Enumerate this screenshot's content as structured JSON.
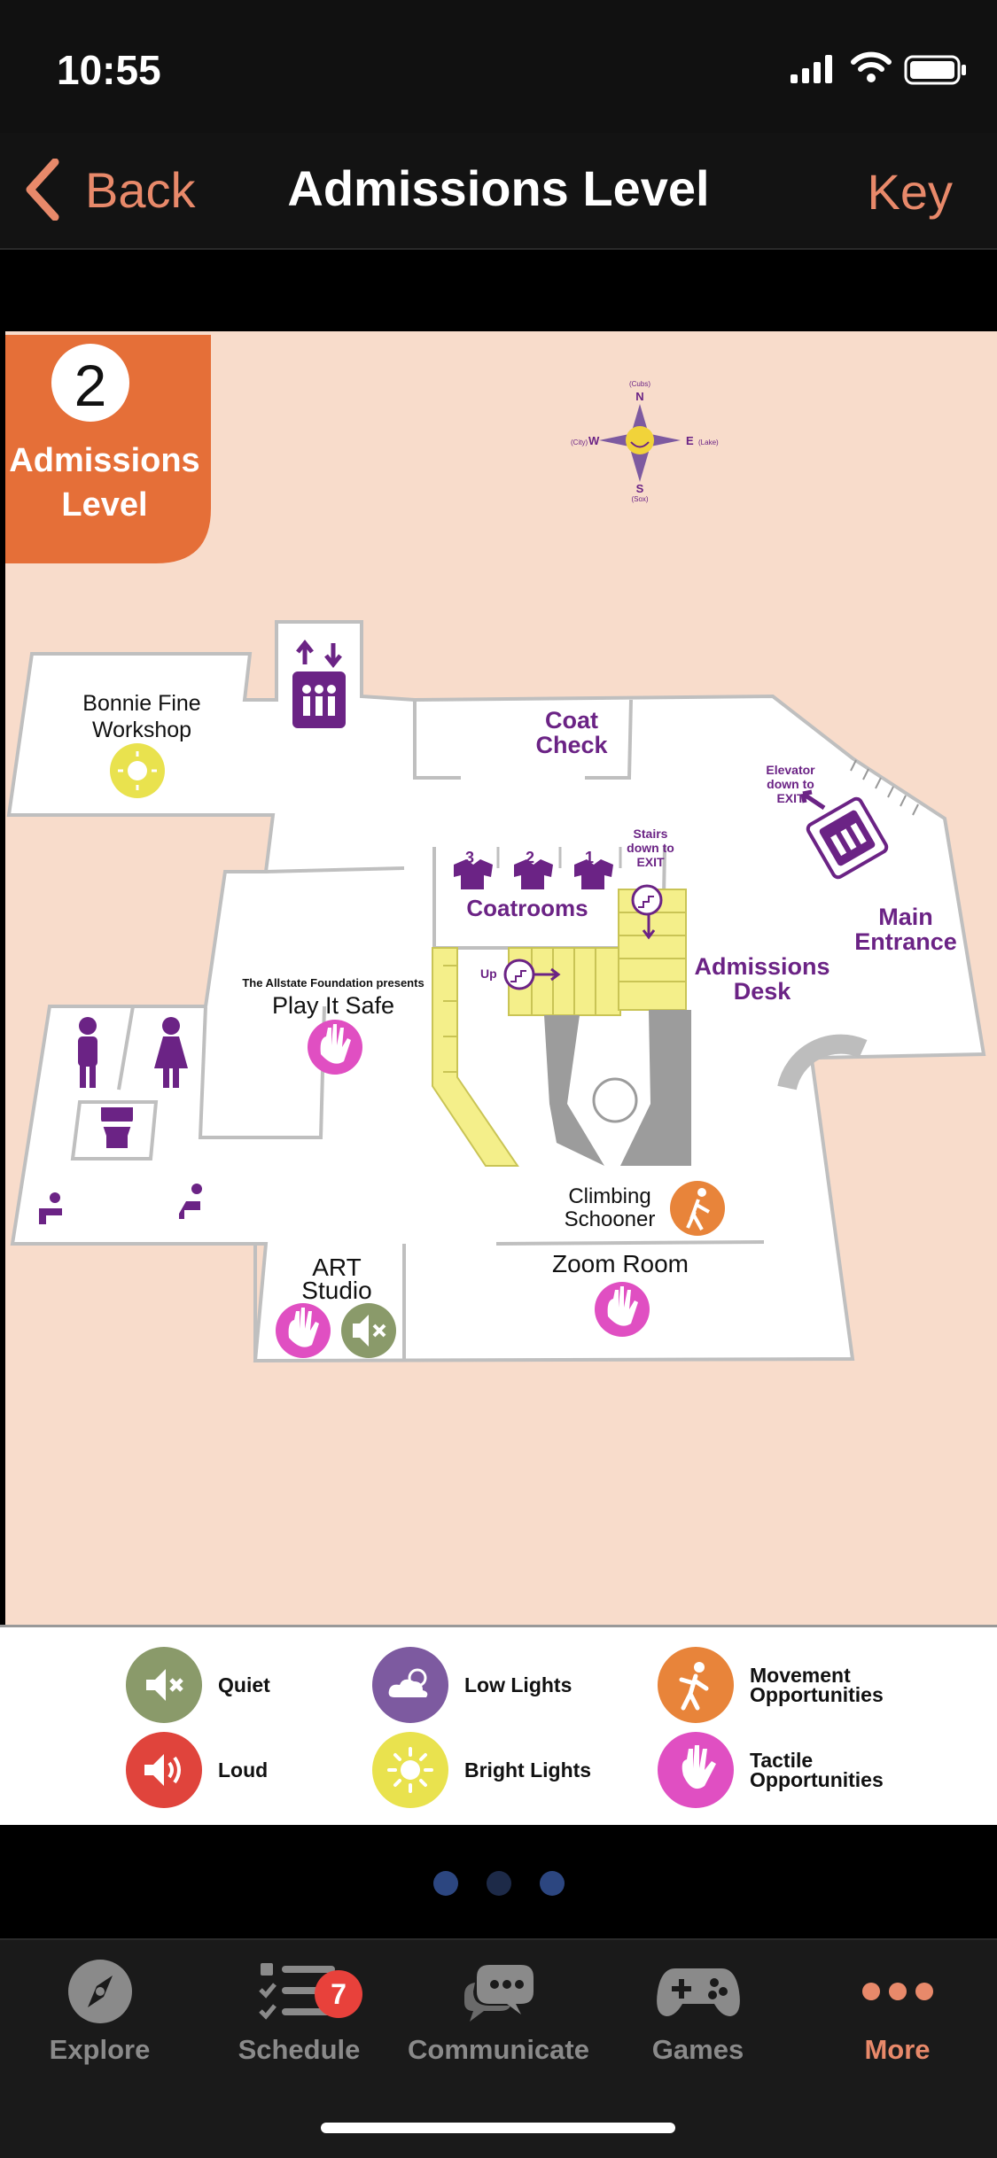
{
  "status": {
    "time": "10:55"
  },
  "nav": {
    "back_label": "Back",
    "title": "Admissions Level",
    "key_label": "Key"
  },
  "map": {
    "level_number": "2",
    "level_name_line1": "Admissions",
    "level_name_line2": "Level",
    "compass": {
      "n": "N",
      "s": "S",
      "e": "E",
      "w": "W",
      "n_sub": "(Cubs)",
      "s_sub": "(Sox)",
      "e_sub": "(Lake)",
      "w_sub": "(City)"
    },
    "rooms": {
      "bonnie_fine_1": "Bonnie Fine",
      "bonnie_fine_2": "Workshop",
      "coat_check_1": "Coat",
      "coat_check_2": "Check",
      "elevator_exit_1": "Elevator",
      "elevator_exit_2": "down to",
      "elevator_exit_3": "EXIT",
      "stairs_exit_1": "Stairs",
      "stairs_exit_2": "down to",
      "stairs_exit_3": "EXIT",
      "coatrooms": "Coatrooms",
      "coat_nums": [
        "3",
        "2",
        "1"
      ],
      "main_entrance_1": "Main",
      "main_entrance_2": "Entrance",
      "admissions_desk_1": "Admissions",
      "admissions_desk_2": "Desk",
      "play_it_safe_sponsor": "The Allstate Foundation presents",
      "play_it_safe": "Play It Safe",
      "up": "Up",
      "climbing_1": "Climbing",
      "climbing_2": "Schooner",
      "zoom_room": "Zoom Room",
      "art_1": "ART",
      "art_2": "Studio"
    }
  },
  "legend": [
    {
      "id": "quiet",
      "line1": "Quiet",
      "line2": "",
      "color": "#8a9a6a",
      "icon": "speaker-mute-icon"
    },
    {
      "id": "low_lights",
      "line1": "Low Lights",
      "line2": "",
      "color": "#7d5aa0",
      "icon": "cloud-sun-icon"
    },
    {
      "id": "movement",
      "line1": "Movement",
      "line2": "Opportunities",
      "color": "#e8843a",
      "icon": "person-moving-icon"
    },
    {
      "id": "loud",
      "line1": "Loud",
      "line2": "",
      "color": "#e0443c",
      "icon": "speaker-loud-icon"
    },
    {
      "id": "bright_lights",
      "line1": "Bright Lights",
      "line2": "",
      "color": "#e9e24e",
      "icon": "sun-icon"
    },
    {
      "id": "tactile",
      "line1": "Tactile",
      "line2": "Opportunities",
      "color": "#e04fc2",
      "icon": "hand-icon"
    }
  ],
  "pager": {
    "count": 3,
    "active": 0
  },
  "tabs": [
    {
      "label": "Explore",
      "icon": "compass-icon"
    },
    {
      "label": "Schedule",
      "icon": "checklist-icon",
      "badge": "7"
    },
    {
      "label": "Communicate",
      "icon": "chat-bubbles-icon"
    },
    {
      "label": "Games",
      "icon": "gamepad-icon"
    },
    {
      "label": "More",
      "icon": "more-dots-icon",
      "active": true
    }
  ],
  "colors": {
    "accent": "#e8896a",
    "map_bg": "#f8dccb",
    "level_badge": "#e56f38",
    "purple": "#6b2385",
    "stairs_yellow": "#f4ef8a"
  }
}
